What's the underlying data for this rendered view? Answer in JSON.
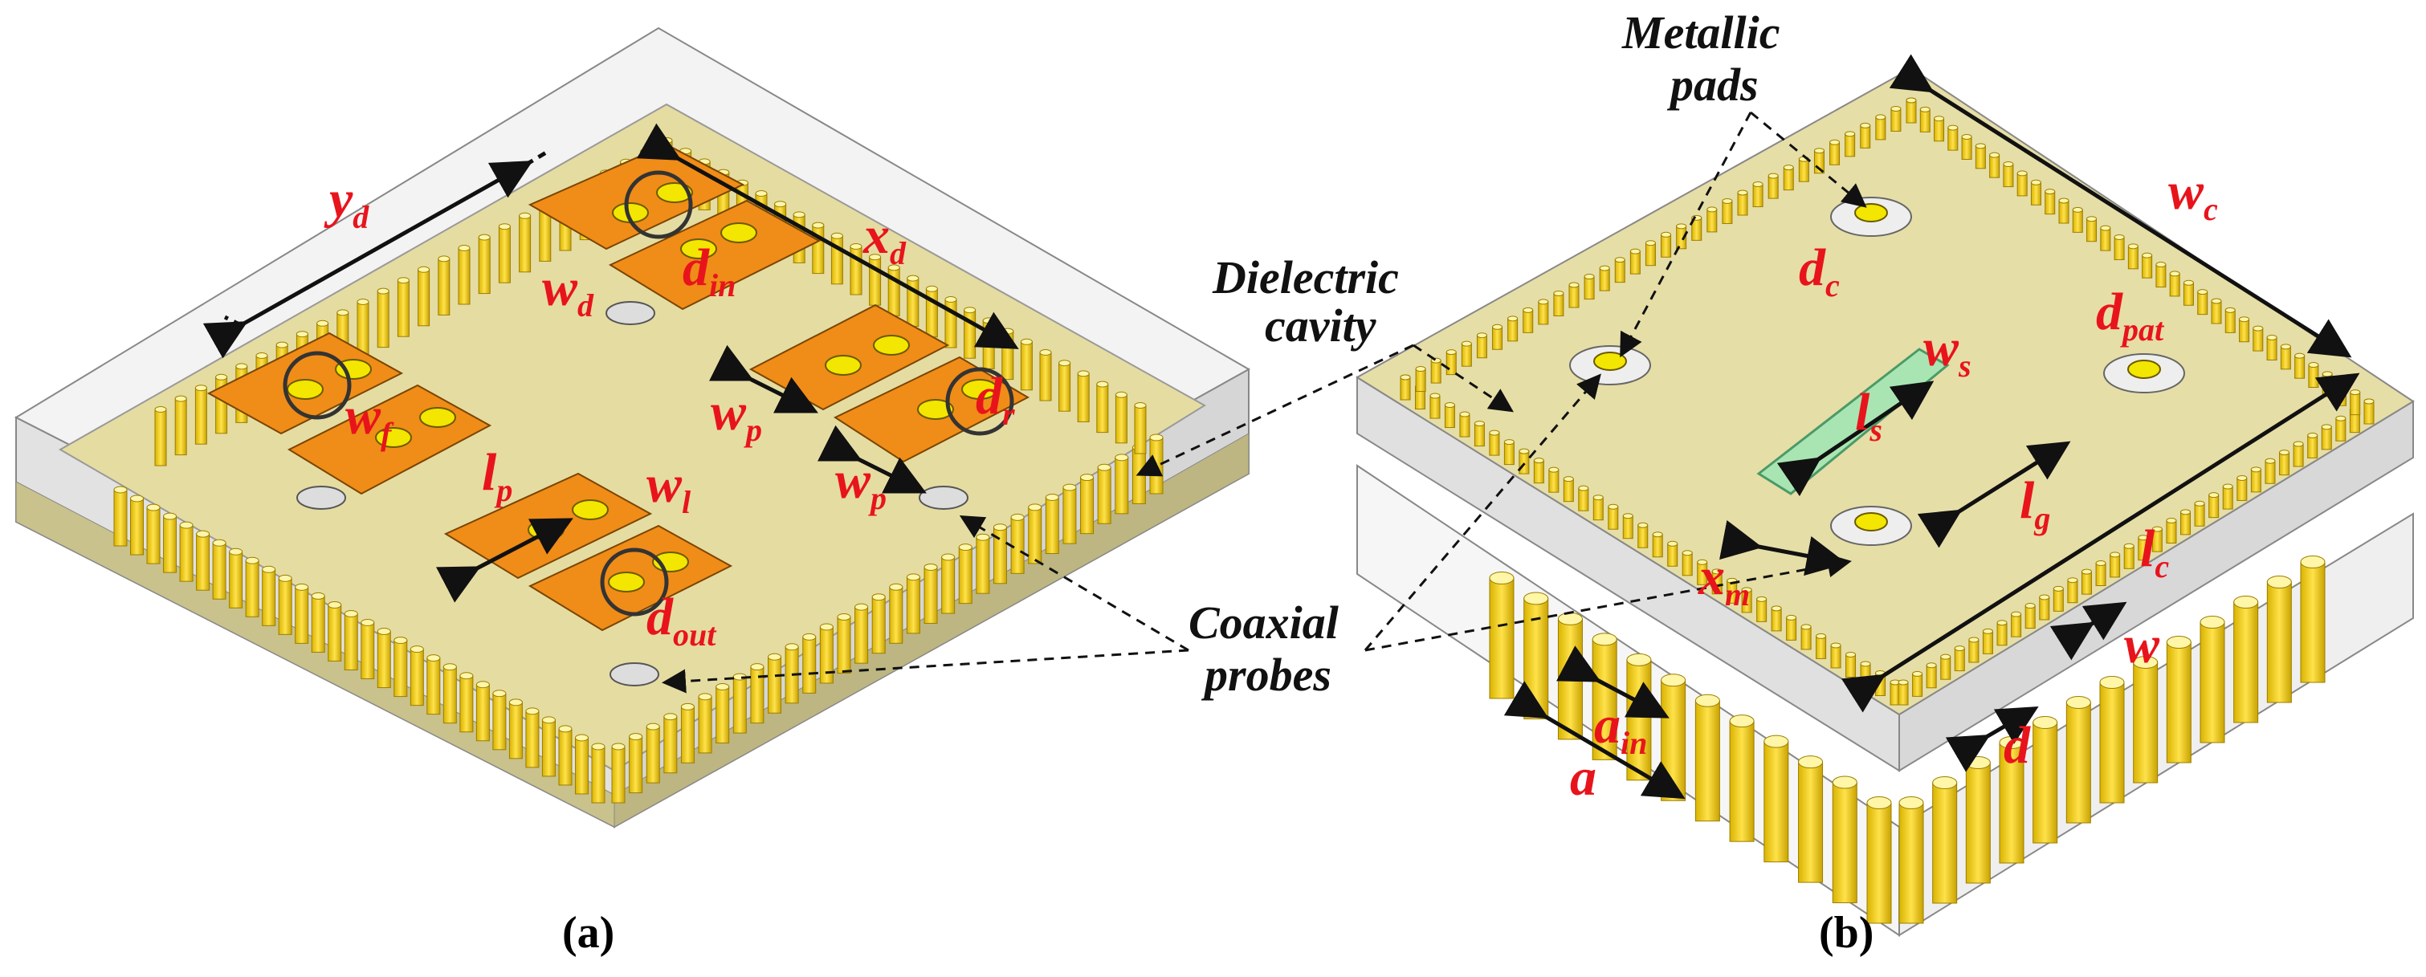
{
  "colors": {
    "substrate_top": "#e7dea4",
    "substrate_side": "#cbc48e",
    "glass": "#d9d9d9",
    "post": "#f2d21c",
    "patch": "#f08c18",
    "probe": "#f6f0a0",
    "slot": "#9ee6b4",
    "dimension": "#e8141c",
    "arrow": "#111111"
  },
  "panel_a": {
    "caption": "(a)",
    "labels": {
      "y_d": [
        "y",
        "d"
      ],
      "x_d": [
        "x",
        "d"
      ],
      "w_d": [
        "w",
        "d"
      ],
      "d_in": [
        "d",
        "in"
      ],
      "w_f": [
        "w",
        "f"
      ],
      "l_p": [
        "l",
        "p"
      ],
      "w_p_1": [
        "w",
        "p"
      ],
      "d_r": [
        "d",
        "r"
      ],
      "w_p_2": [
        "w",
        "p"
      ],
      "w_l": [
        "w",
        "l"
      ],
      "d_out": [
        "d",
        "out"
      ]
    }
  },
  "panel_b": {
    "caption": "(b)",
    "labels": {
      "w_c": [
        "w",
        "c"
      ],
      "d_c": [
        "d",
        "c"
      ],
      "w_s": [
        "w",
        "s"
      ],
      "d_pat": [
        "d",
        "pat"
      ],
      "l_s": [
        "l",
        "s"
      ],
      "l_g": [
        "l",
        "g"
      ],
      "l_c": [
        "l",
        "c"
      ],
      "x_m": [
        "x",
        "m"
      ],
      "w": [
        "w",
        ""
      ],
      "a_in": [
        "a",
        "in"
      ],
      "a": [
        "a",
        ""
      ],
      "d": [
        "d",
        ""
      ]
    }
  },
  "callouts": {
    "metallic_pads": [
      "Metallic",
      "pads"
    ],
    "dielectric_cavity": [
      "Dielectric",
      "cavity"
    ],
    "coaxial_probes": [
      "Coaxial",
      "probes"
    ]
  }
}
